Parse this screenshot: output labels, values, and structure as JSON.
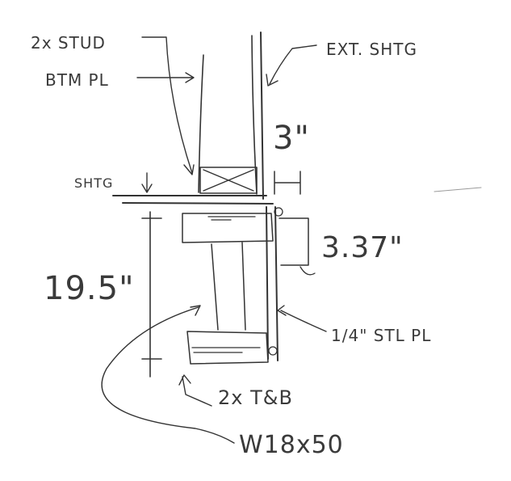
{
  "labels": {
    "stud": "2x STUD",
    "bottom_plate": "BTM PL",
    "ext_sheathing": "EXT. SHTG",
    "dim_top": "3\"",
    "sheathing": "SHTG",
    "offset": "3.37\"",
    "depth": "19.5\"",
    "steel_plate": "1/4\" STL PL",
    "top_bottom": "2x T&B",
    "beam": "W18x50"
  },
  "colors": {
    "ink": "#333333",
    "paper": "#ffffff"
  }
}
